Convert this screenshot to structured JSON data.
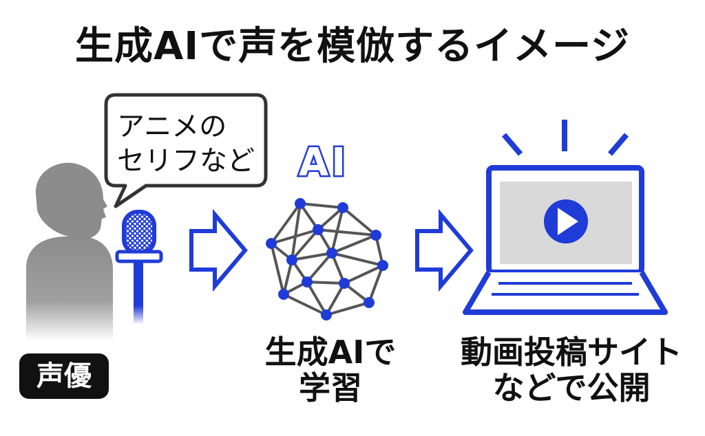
{
  "title": "生成AIで声を模倣するイメージ",
  "speech_bubble": {
    "line1": "アニメの",
    "line2": "セリフなど"
  },
  "person_badge": "声優",
  "ai_label": "AI",
  "caption_ai": {
    "line1": "生成AIで",
    "line2": "学習"
  },
  "caption_site": {
    "line1": "動画投稿サイト",
    "line2": "などで公開"
  },
  "colors": {
    "accent_blue": "#1f3bd8",
    "gray": "#8c8c8c",
    "network_gray": "#555555",
    "badge_bg": "#111111"
  },
  "icons": [
    "person-silhouette-icon",
    "microphone-icon",
    "arrow-right-icon",
    "neural-network-icon",
    "laptop-icon",
    "play-icon"
  ]
}
